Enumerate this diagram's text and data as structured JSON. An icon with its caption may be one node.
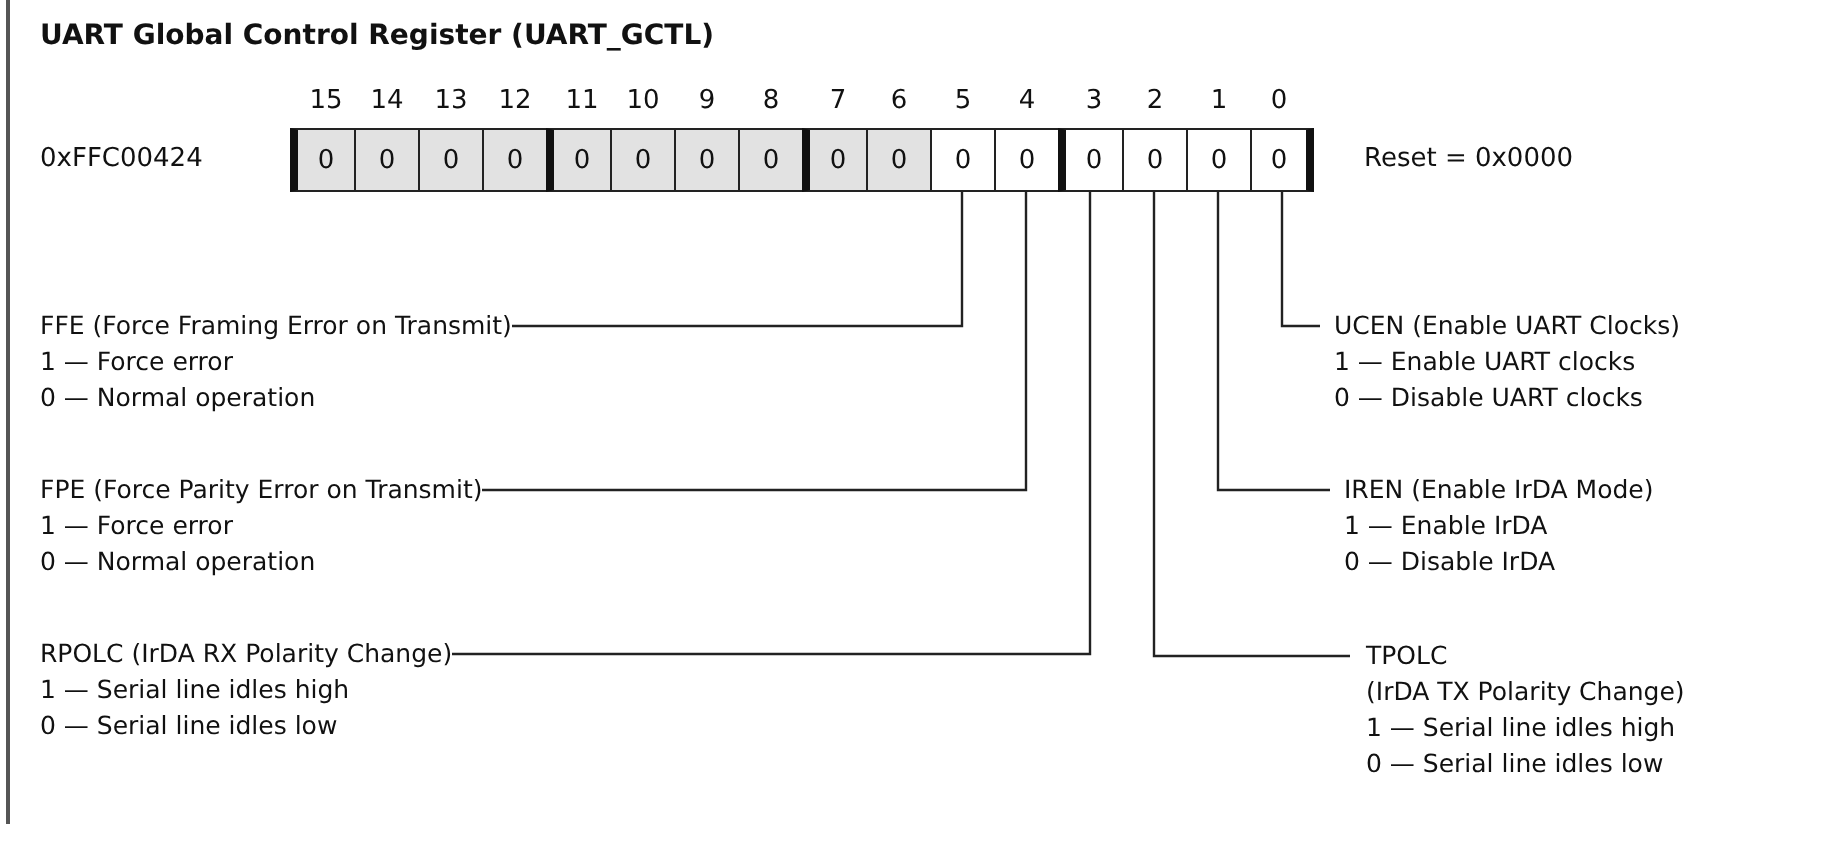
{
  "diagram": {
    "title": "UART Global Control Register (UART_GCTL)",
    "nodes": [
      {
        "text": [
          "0"
        ],
        "beside": [
          "15"
        ]
      },
      {
        "text": [
          "0"
        ],
        "beside": [
          "14"
        ]
      },
      {
        "text": [
          "0"
        ],
        "beside": [
          "13"
        ]
      },
      {
        "text": [
          "0"
        ],
        "beside": [
          "12"
        ]
      },
      {
        "text": [
          "0"
        ],
        "beside": [
          "11"
        ]
      },
      {
        "text": [
          "0"
        ],
        "beside": [
          "10"
        ]
      },
      {
        "text": [
          "0"
        ],
        "beside": [
          "9"
        ]
      },
      {
        "text": [
          "0"
        ],
        "beside": [
          "8"
        ]
      },
      {
        "text": [
          "0"
        ],
        "beside": [
          "7"
        ]
      },
      {
        "text": [
          "0"
        ],
        "beside": [
          "6"
        ]
      },
      {
        "text": [
          "0"
        ],
        "beside": [
          "5"
        ]
      },
      {
        "text": [
          "0"
        ],
        "beside": [
          "4"
        ]
      },
      {
        "text": [
          "0"
        ],
        "beside": [
          "3"
        ]
      },
      {
        "text": [
          "0"
        ],
        "beside": [
          "2"
        ]
      },
      {
        "text": [
          "0"
        ],
        "beside": [
          "1"
        ]
      },
      {
        "text": [
          "0"
        ],
        "beside": [
          "0"
        ]
      },
      {
        "text": [
          "FFE (Force Framing Error on Transmit)",
          "1 — Force error",
          "0 — Normal operation"
        ]
      },
      {
        "text": [
          "UCEN (Enable UART Clocks)",
          "1 — Enable UART clocks",
          "0 — Disable UART clocks"
        ]
      },
      {
        "text": [
          "FPE (Force Parity Error on Transmit)",
          "1 — Force error",
          "0 — Normal operation"
        ]
      },
      {
        "text": [
          "IREN (Enable IrDA Mode)",
          "1 — Enable IrDA",
          "0 — Disable IrDA"
        ]
      },
      {
        "text": [
          "RPOLC (IrDA RX Polarity Change)",
          "1 — Serial line idles high",
          "0 — Serial line idles low"
        ]
      },
      {
        "text": [
          "TPOLC",
          "(IrDA TX Polarity Change)",
          "1 — Serial line idles high",
          "0 — Serial line idles low"
        ]
      }
    ],
    "edges": [
      {
        "from": 16,
        "to": 10,
        "arrow": "none"
      },
      {
        "from": 17,
        "to": 15,
        "arrow": "none"
      },
      {
        "from": 18,
        "to": 11,
        "arrow": "none"
      },
      {
        "from": 19,
        "to": 14,
        "arrow": "none"
      },
      {
        "from": 20,
        "to": 12,
        "arrow": "none"
      },
      {
        "from": 21,
        "to": 13,
        "arrow": "none"
      }
    ],
    "labels": [
      "0xFFC00424",
      "Reset = 0x0000"
    ]
  }
}
